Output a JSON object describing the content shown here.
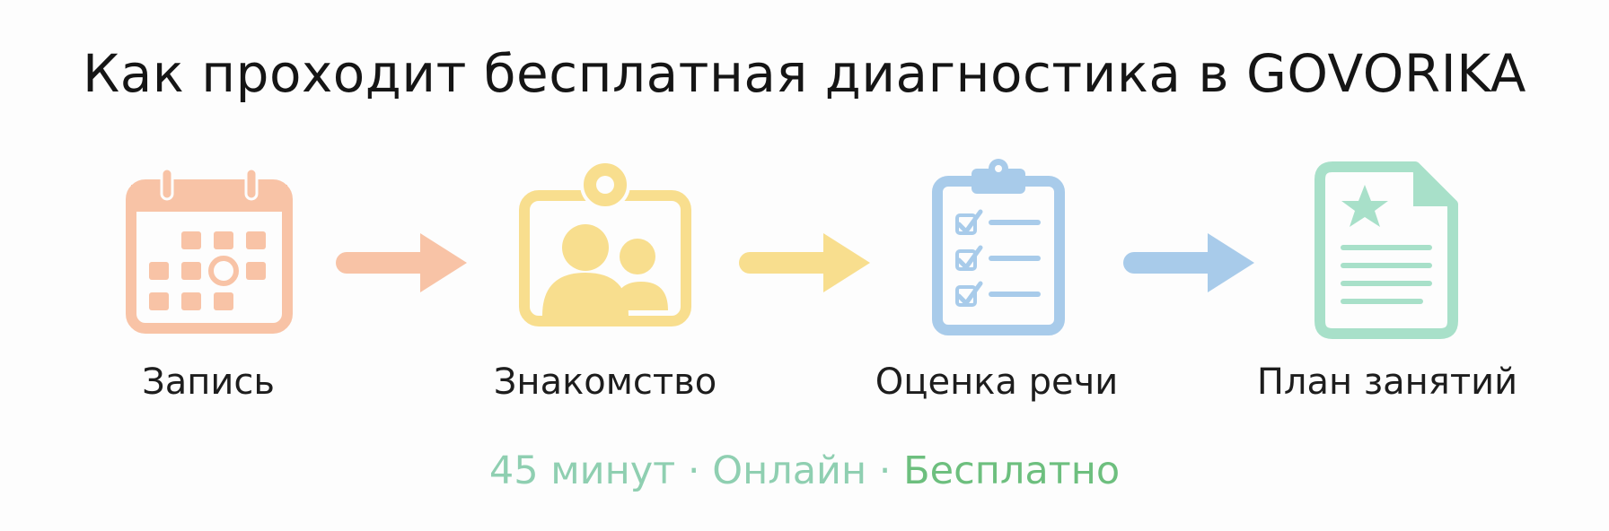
{
  "title": "Как проходит бесплатная диагностика в GOVORIKA",
  "steps": [
    {
      "label": "Запись",
      "icon": "calendar-icon",
      "color": "#f8c3a6"
    },
    {
      "label": "Знакомство",
      "icon": "people-photo-icon",
      "color": "#f8de8e"
    },
    {
      "label": "Оценка речи",
      "icon": "clipboard-checklist-icon",
      "color": "#a8cbea"
    },
    {
      "label": "План занятий",
      "icon": "document-star-icon",
      "color": "#a8e0c9"
    }
  ],
  "arrows": [
    {
      "icon": "arrow-right-icon",
      "color": "#f8c3a6"
    },
    {
      "icon": "arrow-right-icon",
      "color": "#f8de8e"
    },
    {
      "icon": "arrow-right-icon",
      "color": "#a8cbea"
    }
  ],
  "footer": {
    "duration": "45 минут",
    "sep1": " · ",
    "format": "Онлайн",
    "sep2": " · ",
    "price": "Бесплатно"
  }
}
